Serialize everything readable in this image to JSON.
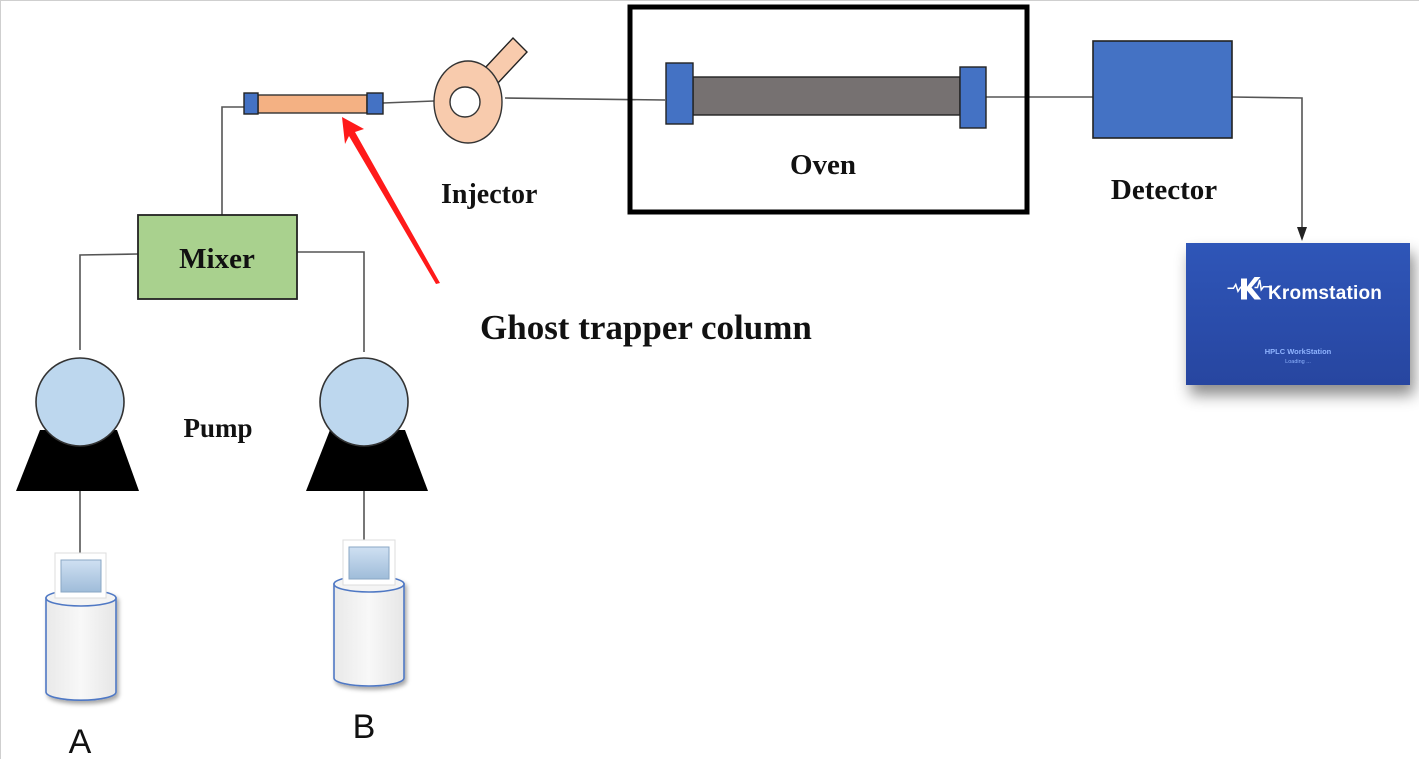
{
  "diagram": {
    "title": "HPLC system with ghost trapper column",
    "labels": {
      "injector": "Injector",
      "oven": "Oven",
      "detector": "Detector",
      "mixer": "Mixer",
      "pump": "Pump",
      "ghost_trapper": "Ghost trapper column",
      "solvent_a": "A",
      "solvent_b": "B"
    },
    "software": {
      "brand": "Kromstation",
      "subtitle": "HPLC WorkStation",
      "status": "Loading ...",
      "logo_icon": "k-waveform-logo-icon"
    },
    "colors": {
      "column_cap": "#4472c4",
      "trapper_body": "#f4b183",
      "injector": "#f8cbad",
      "oven_column": "#767171",
      "detector": "#4472c4",
      "mixer": "#a9d18e",
      "pump_head": "#bdd7ee",
      "pump_base": "#000000",
      "arrow": "#ff1a1a",
      "splash_bg": "#2b4fb0"
    },
    "flow": [
      "Solvent A",
      "Solvent B",
      "Pump",
      "Mixer",
      "Ghost trapper column",
      "Injector",
      "Oven column",
      "Detector",
      "Kromstation"
    ]
  }
}
